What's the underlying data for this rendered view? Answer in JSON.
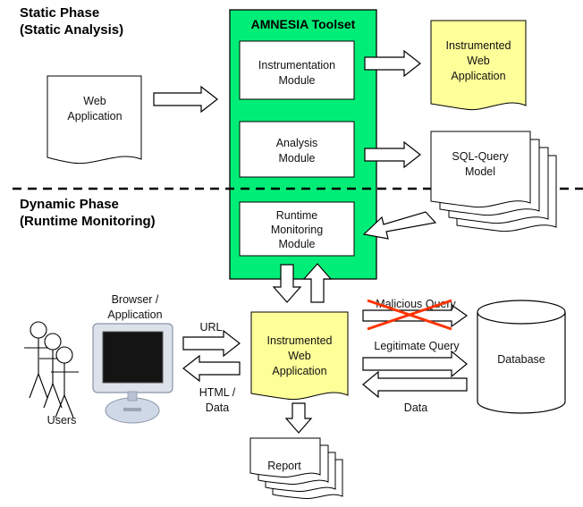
{
  "phases": {
    "static_title": "Static Phase",
    "static_sub": "(Static Analysis)",
    "dynamic_title": "Dynamic Phase",
    "dynamic_sub": "(Runtime Monitoring)"
  },
  "toolset": {
    "title": "AMNESIA Toolset",
    "instr_1": "Instrumentation",
    "instr_2": "Module",
    "analysis_1": "Analysis",
    "analysis_2": "Module",
    "runtime_1": "Runtime",
    "runtime_2": "Monitoring",
    "runtime_3": "Module"
  },
  "web_app": {
    "line1": "Web",
    "line2": "Application"
  },
  "instr_app_top": {
    "line1": "Instrumented",
    "line2": "Web",
    "line3": "Application"
  },
  "sql_model": {
    "line1": "SQL-Query",
    "line2": "Model"
  },
  "instr_app_mid": {
    "line1": "Instrumented",
    "line2": "Web",
    "line3": "Application"
  },
  "browser": {
    "line1": "Browser /",
    "line2": "Application"
  },
  "users_label": "Users",
  "url_label": "URL",
  "html_label_1": "HTML /",
  "html_label_2": "Data",
  "malicious_label": "Malicious Query",
  "legit_label": "Legitimate Query",
  "data_label": "Data",
  "database_label": "Database",
  "report_label": "Report",
  "colors": {
    "toolset_green": "#00ee77",
    "instrumented_yellow": "#ffff99",
    "cross_red": "#ff3300"
  }
}
